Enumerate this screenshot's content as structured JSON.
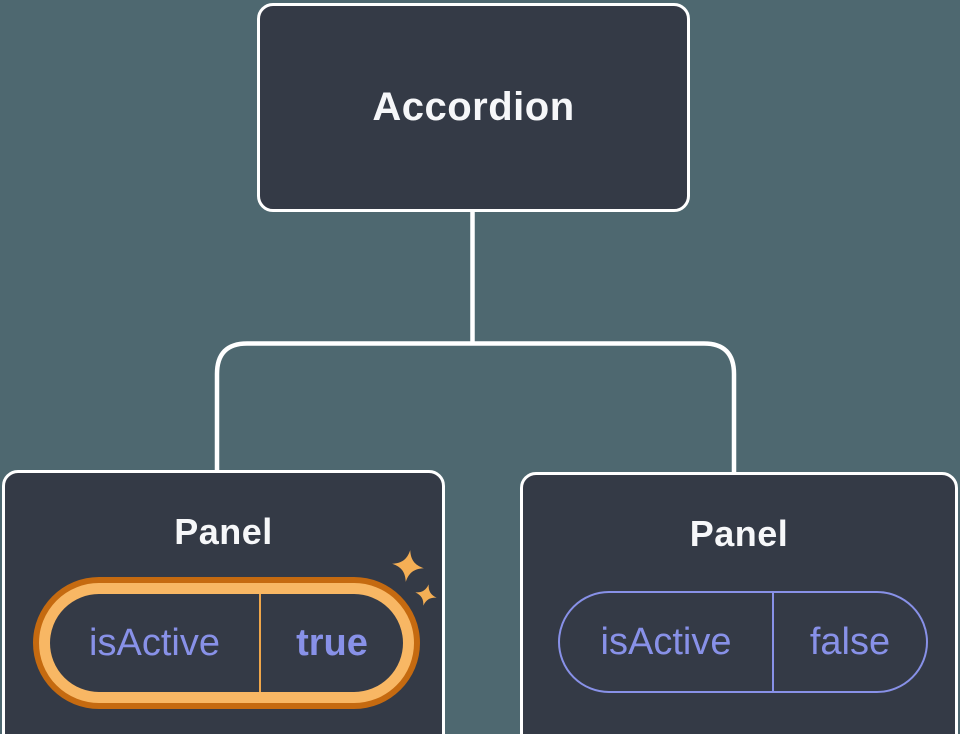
{
  "diagram": {
    "type": "component-tree",
    "root": {
      "label": "Accordion"
    },
    "children": [
      {
        "title": "Panel",
        "state": {
          "key": "isActive",
          "value": "true"
        },
        "highlighted": true,
        "has_sparkles": true
      },
      {
        "title": "Panel",
        "state": {
          "key": "isActive",
          "value": "false"
        },
        "highlighted": false,
        "has_sparkles": false
      }
    ]
  },
  "icons": {
    "sparkle": "four-point-star"
  },
  "colors": {
    "background": "#4E6870",
    "node_fill": "#343A46",
    "node_border": "#FFFFFF",
    "connector": "#FFFFFF",
    "title_text": "#F6F7F9",
    "state_purple": "#8891E8",
    "highlight_gold": "#F8B764",
    "highlight_dark_orange": "#C56A10",
    "highlight_divider": "#EFA64A",
    "sparkle_gold": "#F5AF55"
  }
}
